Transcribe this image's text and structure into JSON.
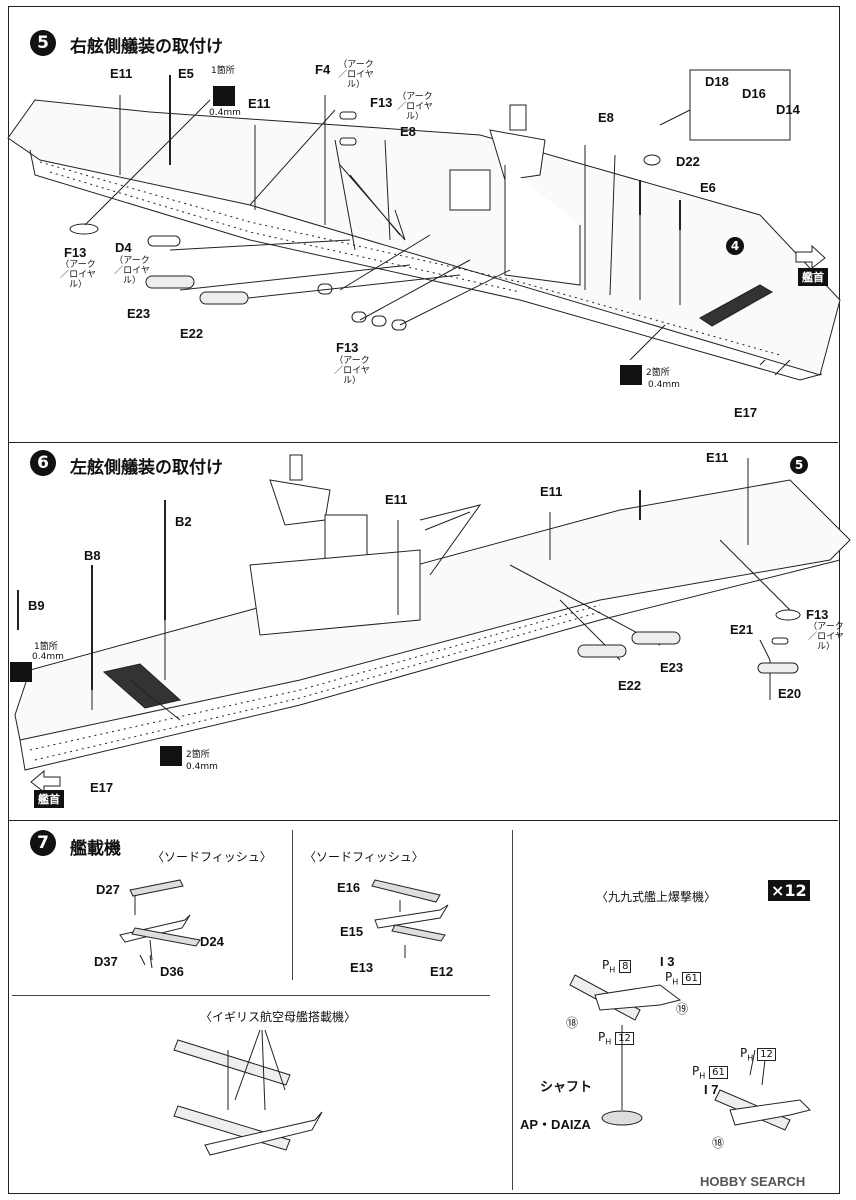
{
  "step5": {
    "number": "5",
    "title": "右舷側艤装の取付け",
    "ref": "4",
    "bow": "艦首",
    "labels": {
      "e11a": "E11",
      "e5": "E5",
      "e11b": "E11",
      "f4": "F4",
      "f13a": "F13",
      "e8a": "E8",
      "d18": "D18",
      "d16": "D16",
      "d14": "D14",
      "e8b": "E8",
      "d22": "D22",
      "e6": "E6",
      "f13b": "F13",
      "d4": "D4",
      "e23": "E23",
      "e22": "E22",
      "f13c": "F13",
      "e17": "E17"
    },
    "arc": "（アーク／ロイヤル）",
    "drill1_count": "1箇所",
    "drill1_size": "0.4mm",
    "drill2_count": "2箇所",
    "drill2_size": "0.4mm"
  },
  "step6": {
    "number": "6",
    "title": "左舷側艤装の取付け",
    "ref": "5",
    "bow": "艦首",
    "labels": {
      "e11a": "E11",
      "e11b": "E11",
      "e11c": "E11",
      "b2": "B2",
      "b8": "B8",
      "b9": "B9",
      "f13": "F13",
      "e21": "E21",
      "e22": "E22",
      "e23": "E23",
      "e20": "E20",
      "e17": "E17"
    },
    "arc": "（アーク／ロイヤル）",
    "drill1_count": "1箇所",
    "drill1_size": "0.4mm",
    "drill2_count": "2箇所",
    "drill2_size": "0.4mm"
  },
  "step7": {
    "number": "7",
    "title": "艦載機",
    "swordfish1": {
      "caption": "〈ソードフィッシュ〉",
      "labels": [
        "D27",
        "D24",
        "D37",
        "D36"
      ]
    },
    "swordfish2": {
      "caption": "〈ソードフィッシュ〉",
      "labels": [
        "E16",
        "E15",
        "E13",
        "E12"
      ]
    },
    "british": {
      "caption": "〈イギリス航空母艦搭載機〉"
    },
    "val": {
      "caption": "〈九九式艦上爆撃機〉",
      "qty": "×12",
      "i3": "I 3",
      "i7": "I 7",
      "shaft": "シャフト",
      "stand": "AP・DAIZA",
      "ph8": "8",
      "ph61a": "61",
      "ph12a": "12",
      "ph61b": "61",
      "ph12b": "12",
      "p18a": "⑱",
      "p19": "⑲",
      "p18b": "⑱"
    }
  },
  "watermark": "HOBBY SEARCH"
}
